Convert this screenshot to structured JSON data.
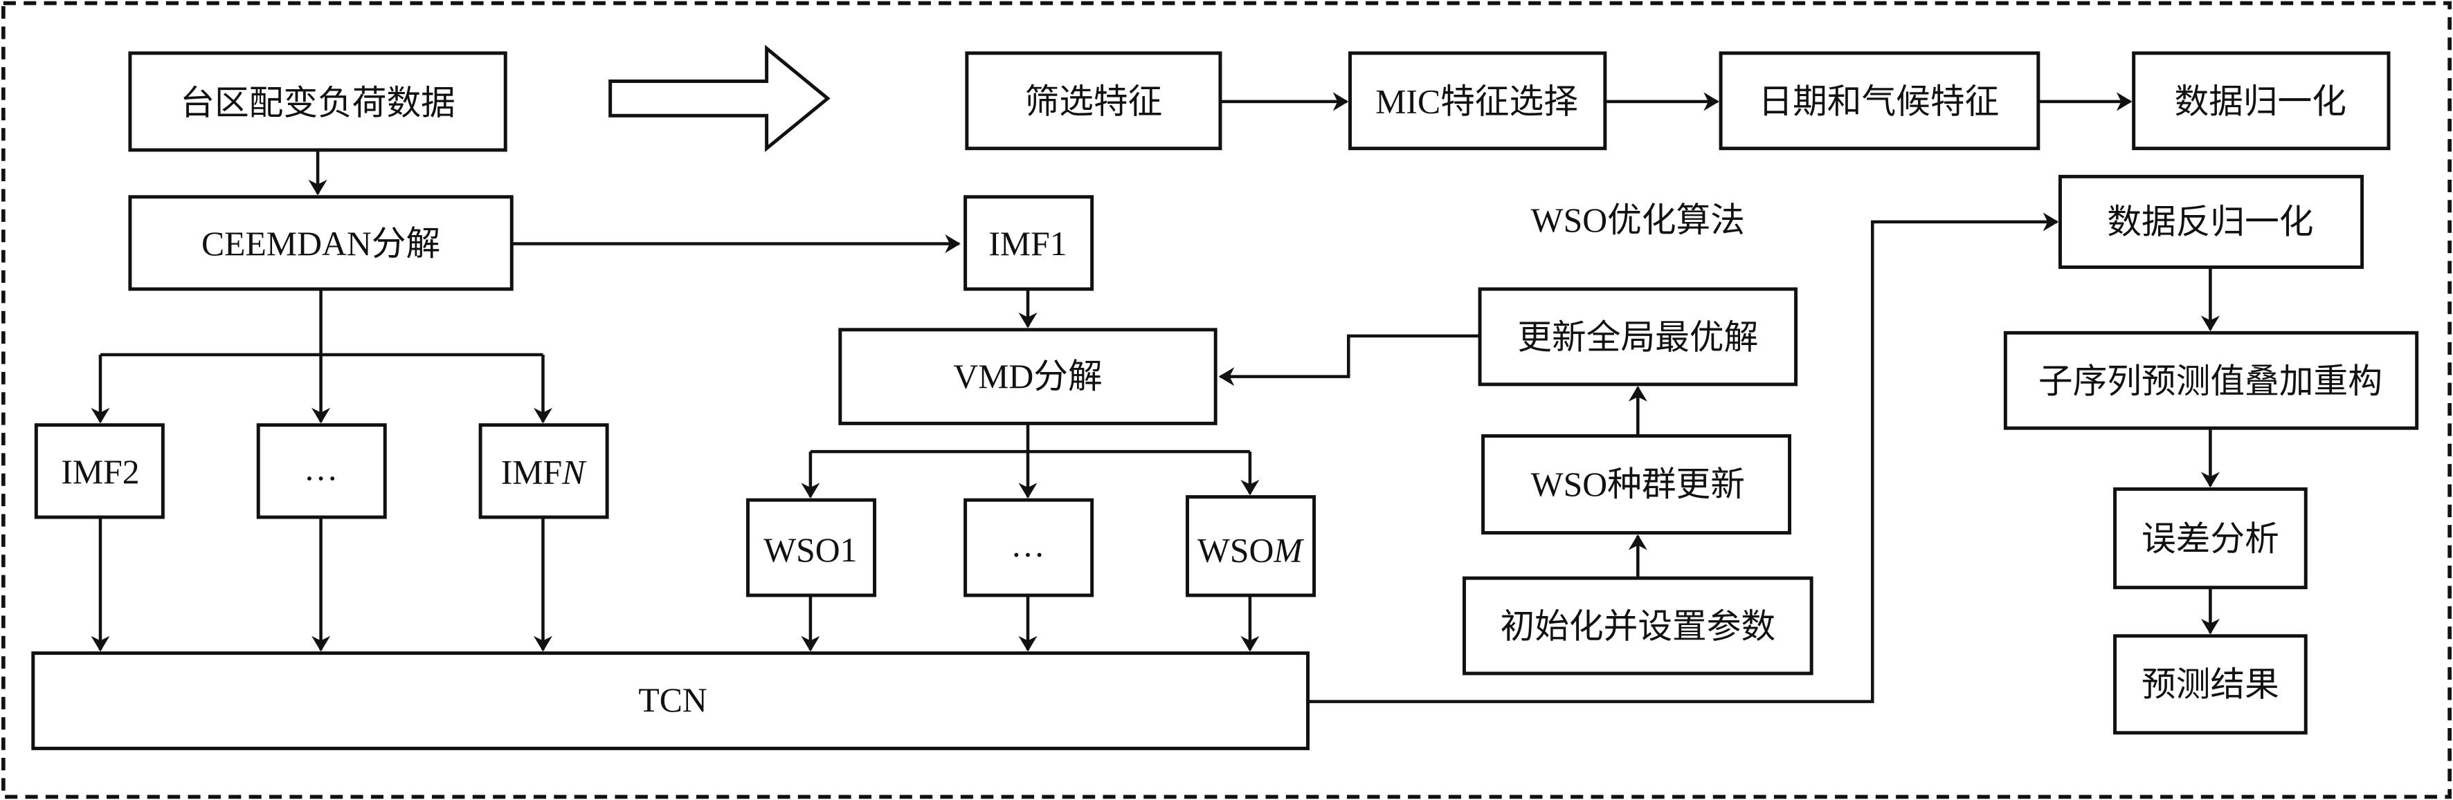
{
  "diagram": {
    "nodes": {
      "load_data": "台区配变负荷数据",
      "ceemdan": "CEEMDAN分解",
      "imf2": "IMF2",
      "imf_dots": "…",
      "imfn_prefix": "IMF",
      "imfn_suffix": "N",
      "imf1": "IMF1",
      "vmd": "VMD分解",
      "wso1": "WSO1",
      "wso_dots": "…",
      "wsom_prefix": "WSO",
      "wsom_suffix": "M",
      "tcn": "TCN",
      "filter_features": "筛选特征",
      "mic": "MIC特征选择",
      "date_climate": "日期和气候特征",
      "normalize": "数据归一化",
      "wso_title": "WSO优化算法",
      "update_global": "更新全局最优解",
      "wso_update": "WSO种群更新",
      "init_params": "初始化并设置参数",
      "denormalize": "数据反归一化",
      "reconstruct": "子序列预测值叠加重构",
      "error_analysis": "误差分析",
      "result": "预测结果"
    }
  }
}
